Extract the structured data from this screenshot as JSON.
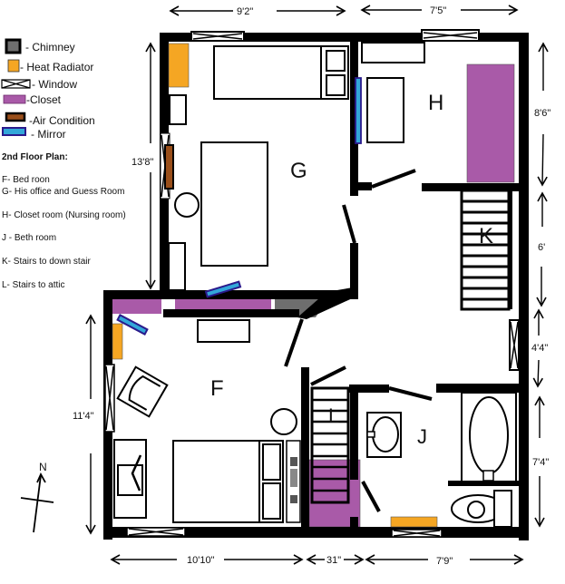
{
  "colors": {
    "wall": "#000000",
    "chimney": "#6e6e6e",
    "heat_radiator": "#f5a623",
    "closet": "#a95aa8",
    "air_condition": "#9a4f1a",
    "mirror_border": "#2a1a8c",
    "mirror_fill": "#33a7d9",
    "background": "#ffffff"
  },
  "legend": {
    "items": [
      {
        "key": "chimney",
        "label": "- Chimney"
      },
      {
        "key": "heat_radiator",
        "label": "- Heat Radiator"
      },
      {
        "key": "window",
        "label": "- Window"
      },
      {
        "key": "closet",
        "label": "-Closet"
      },
      {
        "key": "air_condition",
        "label": "-Air Condition"
      },
      {
        "key": "mirror",
        "label": "- Mirror"
      }
    ]
  },
  "plan": {
    "title": "2nd Floor Plan:",
    "rooms": [
      {
        "letter": "F",
        "description": "F- Bed roon"
      },
      {
        "letter": "G",
        "description": "G- His office and Guess Room"
      },
      {
        "letter": "H",
        "description": "H- Closet room (Nursing room)"
      },
      {
        "letter": "J",
        "description": "J - Beth room"
      },
      {
        "letter": "K",
        "description": "K- Stairs to down stair"
      },
      {
        "letter": "L",
        "description": "L- Stairs to attic"
      }
    ]
  },
  "dimensions": {
    "top_left": "9'2\"",
    "top_right": "7'5\"",
    "left_upper": "13'8\"",
    "left_lower": "11'4\"",
    "right_1": "8'6\"",
    "right_2": "6'",
    "right_3": "4'4\"",
    "right_4": "7'4\"",
    "bottom_left": "10'10\"",
    "bottom_mid": "31\"",
    "bottom_right": "7'9\""
  },
  "compass": {
    "label": "N"
  }
}
